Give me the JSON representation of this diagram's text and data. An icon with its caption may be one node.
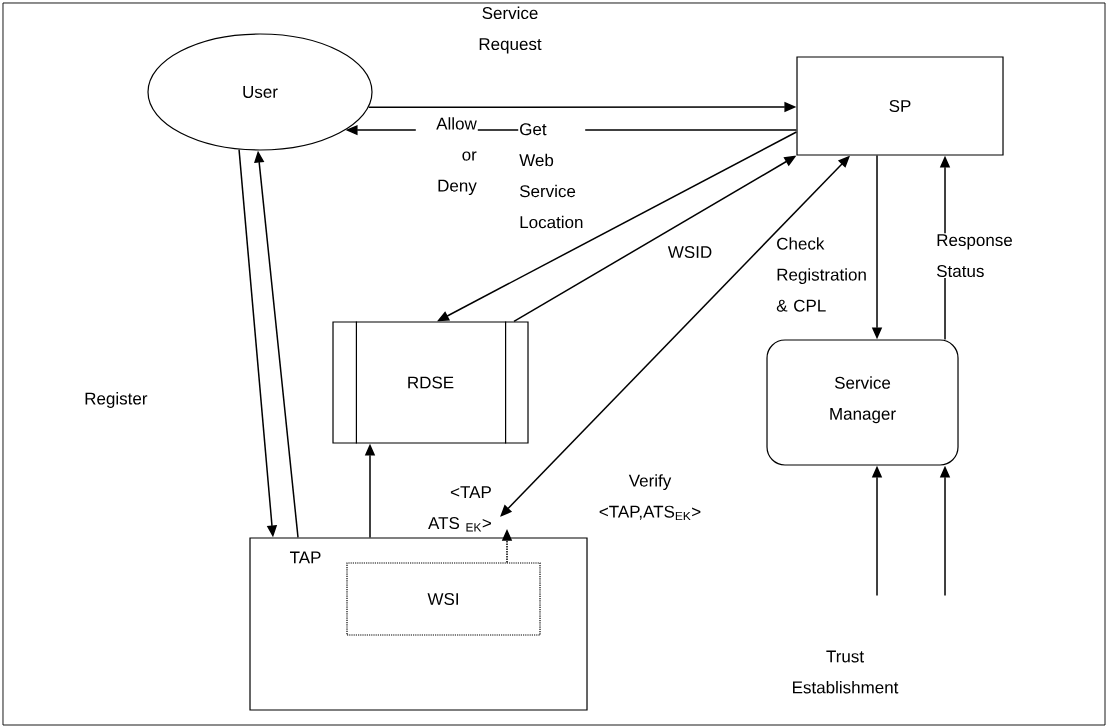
{
  "diagram": {
    "nodes": [
      {
        "text": [
          "User"
        ]
      },
      {
        "text": [
          "SP"
        ]
      },
      {
        "text": [
          "RDSE"
        ]
      },
      {
        "text": [
          "TAP"
        ]
      },
      {
        "text": [
          "WSI"
        ],
        "in": 3
      },
      {
        "text": [
          "Service Manager"
        ]
      },
      {
        "text": [
          "Trust Establishment"
        ]
      },
      {
        "text": [
          "<TAP ATS $_{EK}$>"
        ]
      }
    ],
    "edges": [
      {
        "from": 0,
        "to": 1,
        "arrow": "to",
        "label": "Service Request"
      },
      {
        "from": 1,
        "to": 0,
        "arrow": "to",
        "label": "Allow or Deny"
      },
      {
        "from": 1,
        "to": 2,
        "arrow": "to",
        "label": "Get Web Service Location"
      },
      {
        "from": 2,
        "to": 1,
        "arrow": "to"
      },
      {
        "from": 1,
        "to": 7,
        "arrow": "both"
      },
      {
        "from": 0,
        "to": 3,
        "arrow": "to"
      },
      {
        "from": 3,
        "to": 0,
        "arrow": "to"
      },
      {
        "from": 3,
        "to": 2,
        "arrow": "to"
      },
      {
        "from": 4,
        "to": 7,
        "arrow": "to",
        "style": "dashed"
      },
      {
        "from": 1,
        "to": 5,
        "arrow": "to"
      },
      {
        "from": 5,
        "to": 1,
        "arrow": "to",
        "label": "Response Status"
      },
      {
        "from": 6,
        "to": 5,
        "arrow": "to"
      },
      {
        "from": 6,
        "to": 5,
        "arrow": "to"
      }
    ],
    "labels": [
      "Register",
      "WSID",
      "Check Registration & CPL",
      "Verify <TAP,ATS$_{EK}$>"
    ]
  }
}
